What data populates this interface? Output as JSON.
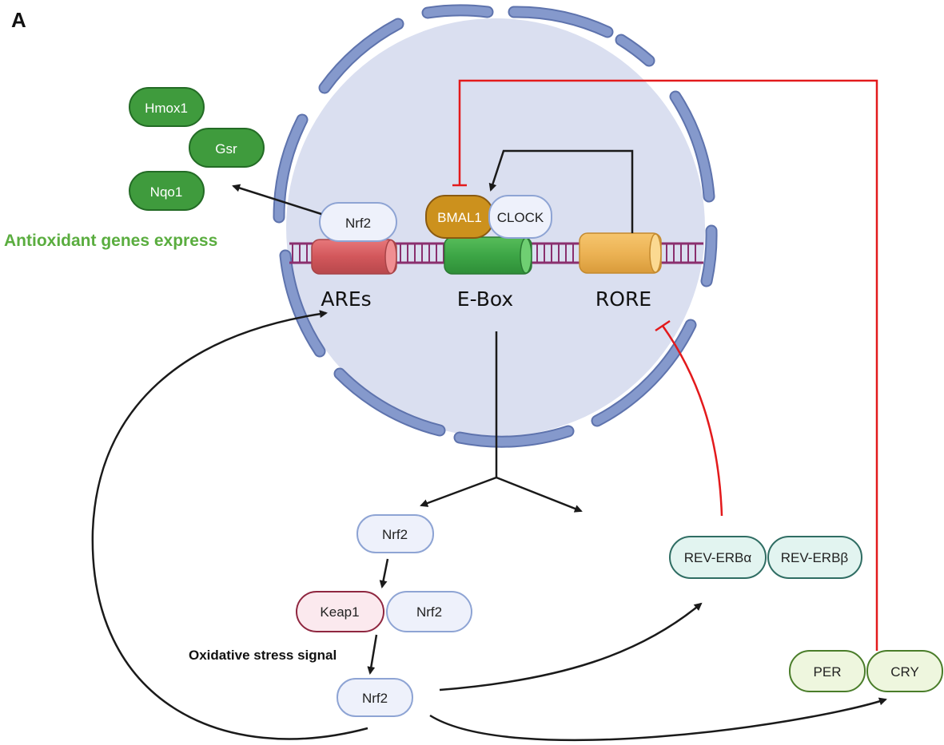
{
  "panel_label": "A",
  "antioxidant_caption": "Antioxidant genes express",
  "oxidative_caption": "Oxidative stress signal",
  "genes": {
    "hmox1": "Hmox1",
    "gsr": "Gsr",
    "nqo1": "Nqo1"
  },
  "nucleus": {
    "nrf2_bound": "Nrf2",
    "bmal1": "BMAL1",
    "clock": "CLOCK",
    "sites": {
      "ares": "AREs",
      "ebox": "E-Box",
      "rore": "RORE"
    }
  },
  "cytoplasm": {
    "nrf2_top": "Nrf2",
    "keap1": "Keap1",
    "nrf2_complex": "Nrf2",
    "nrf2_bottom": "Nrf2",
    "rev_erb_a": "REV-ERBα",
    "rev_erb_b": "REV-ERBβ",
    "per": "PER",
    "cry": "CRY"
  },
  "colors": {
    "activation": "#1a1a1a",
    "inhibition": "#e31a1c",
    "caption_green": "#5aad3f",
    "nucleus_fill": "#dadff0",
    "envelope": "#8599cc"
  }
}
